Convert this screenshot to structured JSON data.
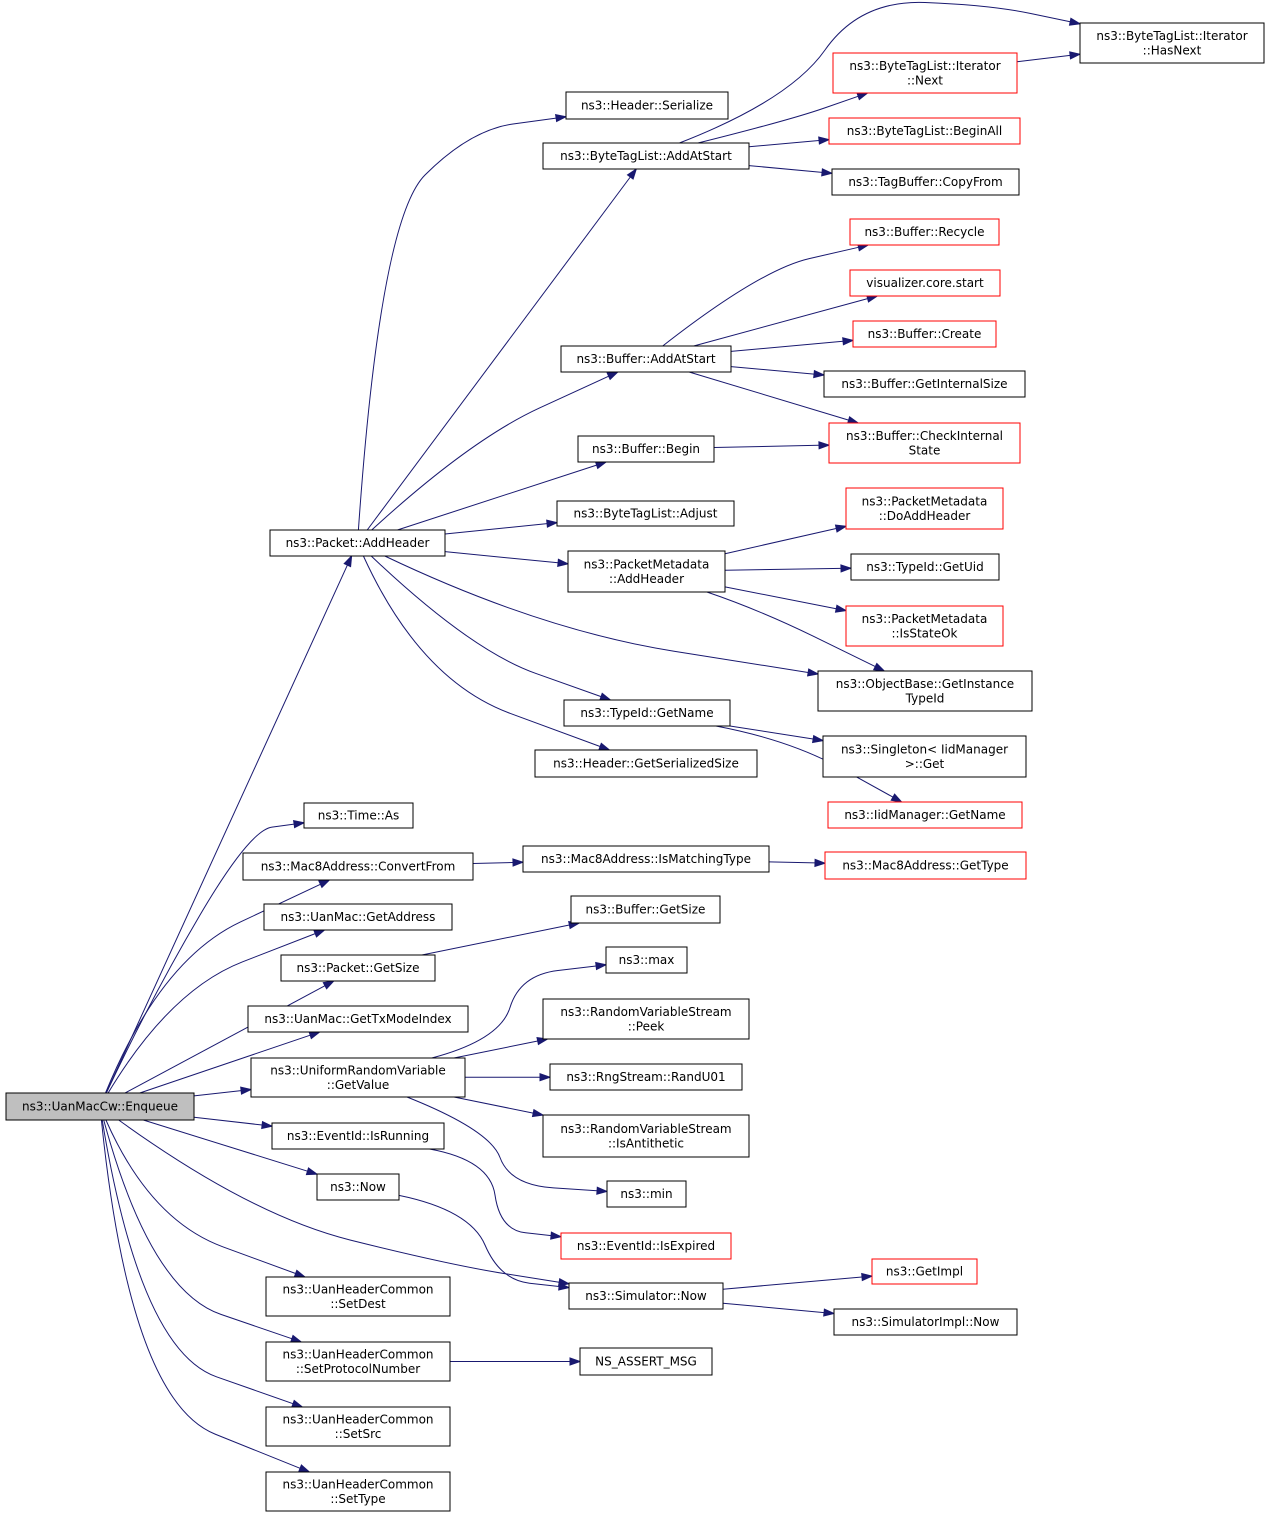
{
  "diagram": {
    "title": "",
    "colors": {
      "edge": "#191970",
      "external_border": "#ff0000",
      "border": "#000000",
      "root_fill": "#bfbfbf"
    },
    "nodes": {
      "enqueue": {
        "lines": [
          "ns3::UanMacCw::Enqueue"
        ],
        "kind": "root"
      },
      "addHeader": {
        "lines": [
          "ns3::Packet::AddHeader"
        ]
      },
      "timeAs": {
        "lines": [
          "ns3::Time::As"
        ]
      },
      "convertFrom": {
        "lines": [
          "ns3::Mac8Address::ConvertFrom"
        ]
      },
      "getAddress": {
        "lines": [
          "ns3::UanMac::GetAddress"
        ]
      },
      "pktGetSize": {
        "lines": [
          "ns3::Packet::GetSize"
        ]
      },
      "getTxMode": {
        "lines": [
          "ns3::UanMac::GetTxModeIndex"
        ]
      },
      "urvGetValue": {
        "lines": [
          "ns3::UniformRandomVariable",
          "::GetValue"
        ]
      },
      "isRunning": {
        "lines": [
          "ns3::EventId::IsRunning"
        ]
      },
      "now": {
        "lines": [
          "ns3::Now"
        ]
      },
      "setDest": {
        "lines": [
          "ns3::UanHeaderCommon",
          "::SetDest"
        ]
      },
      "setProto": {
        "lines": [
          "ns3::UanHeaderCommon",
          "::SetProtocolNumber"
        ]
      },
      "setSrc": {
        "lines": [
          "ns3::UanHeaderCommon",
          "::SetSrc"
        ]
      },
      "setType": {
        "lines": [
          "ns3::UanHeaderCommon",
          "::SetType"
        ]
      },
      "hdrSerialize": {
        "lines": [
          "ns3::Header::Serialize"
        ]
      },
      "btlAddAtStart": {
        "lines": [
          "ns3::ByteTagList::AddAtStart"
        ]
      },
      "bufAddAtStart": {
        "lines": [
          "ns3::Buffer::AddAtStart"
        ]
      },
      "bufBegin": {
        "lines": [
          "ns3::Buffer::Begin"
        ]
      },
      "btlAdjust": {
        "lines": [
          "ns3::ByteTagList::Adjust"
        ]
      },
      "pmAddHeader": {
        "lines": [
          "ns3::PacketMetadata",
          "::AddHeader"
        ]
      },
      "typeIdGetName": {
        "lines": [
          "ns3::TypeId::GetName"
        ]
      },
      "hdrGetSerSize": {
        "lines": [
          "ns3::Header::GetSerializedSize"
        ]
      },
      "isMatchingType": {
        "lines": [
          "ns3::Mac8Address::IsMatchingType"
        ]
      },
      "bufGetSize": {
        "lines": [
          "ns3::Buffer::GetSize"
        ]
      },
      "max": {
        "lines": [
          "ns3::max"
        ]
      },
      "rvsPeek": {
        "lines": [
          "ns3::RandomVariableStream",
          "::Peek"
        ]
      },
      "randU01": {
        "lines": [
          "ns3::RngStream::RandU01"
        ]
      },
      "rvsAnti": {
        "lines": [
          "ns3::RandomVariableStream",
          "::IsAntithetic"
        ]
      },
      "min": {
        "lines": [
          "ns3::min"
        ]
      },
      "isExpired": {
        "lines": [
          "ns3::EventId::IsExpired"
        ],
        "kind": "ext"
      },
      "simNow": {
        "lines": [
          "ns3::Simulator::Now"
        ]
      },
      "nsAssert": {
        "lines": [
          "NS_ASSERT_MSG"
        ]
      },
      "iterHasNext": {
        "lines": [
          "ns3::ByteTagList::Iterator",
          "::HasNext"
        ]
      },
      "iterNext": {
        "lines": [
          "ns3::ByteTagList::Iterator",
          "::Next"
        ],
        "kind": "ext"
      },
      "btlBeginAll": {
        "lines": [
          "ns3::ByteTagList::BeginAll"
        ],
        "kind": "ext"
      },
      "tagCopyFrom": {
        "lines": [
          "ns3::TagBuffer::CopyFrom"
        ]
      },
      "bufRecycle": {
        "lines": [
          "ns3::Buffer::Recycle"
        ],
        "kind": "ext"
      },
      "vizStart": {
        "lines": [
          "visualizer.core.start"
        ],
        "kind": "ext"
      },
      "bufCreate": {
        "lines": [
          "ns3::Buffer::Create"
        ],
        "kind": "ext"
      },
      "bufInternal": {
        "lines": [
          "ns3::Buffer::GetInternalSize"
        ]
      },
      "bufCheck": {
        "lines": [
          "ns3::Buffer::CheckInternal",
          "State"
        ],
        "kind": "ext"
      },
      "pmDoAdd": {
        "lines": [
          "ns3::PacketMetadata",
          "::DoAddHeader"
        ],
        "kind": "ext"
      },
      "typeIdGetUid": {
        "lines": [
          "ns3::TypeId::GetUid"
        ]
      },
      "pmIsStateOk": {
        "lines": [
          "ns3::PacketMetadata",
          "::IsStateOk"
        ],
        "kind": "ext"
      },
      "objInstance": {
        "lines": [
          "ns3::ObjectBase::GetInstance",
          "TypeId"
        ]
      },
      "singletonGet": {
        "lines": [
          "ns3::Singleton< IidManager",
          ">::Get"
        ]
      },
      "iidGetName": {
        "lines": [
          "ns3::IidManager::GetName"
        ],
        "kind": "ext"
      },
      "mac8GetType": {
        "lines": [
          "ns3::Mac8Address::GetType"
        ],
        "kind": "ext"
      },
      "getImpl": {
        "lines": [
          "ns3::GetImpl"
        ],
        "kind": "ext"
      },
      "simImplNow": {
        "lines": [
          "ns3::SimulatorImpl::Now"
        ]
      }
    },
    "edges": [
      [
        "enqueue",
        "addHeader"
      ],
      [
        "enqueue",
        "timeAs"
      ],
      [
        "enqueue",
        "convertFrom"
      ],
      [
        "enqueue",
        "getAddress"
      ],
      [
        "enqueue",
        "pktGetSize"
      ],
      [
        "enqueue",
        "getTxMode"
      ],
      [
        "enqueue",
        "urvGetValue"
      ],
      [
        "enqueue",
        "isRunning"
      ],
      [
        "enqueue",
        "now"
      ],
      [
        "enqueue",
        "simNow"
      ],
      [
        "enqueue",
        "setDest"
      ],
      [
        "enqueue",
        "setProto"
      ],
      [
        "enqueue",
        "setSrc"
      ],
      [
        "enqueue",
        "setType"
      ],
      [
        "addHeader",
        "hdrSerialize"
      ],
      [
        "addHeader",
        "btlAddAtStart"
      ],
      [
        "addHeader",
        "bufAddAtStart"
      ],
      [
        "addHeader",
        "bufBegin"
      ],
      [
        "addHeader",
        "btlAdjust"
      ],
      [
        "addHeader",
        "pmAddHeader"
      ],
      [
        "addHeader",
        "objInstance"
      ],
      [
        "addHeader",
        "typeIdGetName"
      ],
      [
        "addHeader",
        "hdrGetSerSize"
      ],
      [
        "btlAddAtStart",
        "iterHasNext"
      ],
      [
        "btlAddAtStart",
        "iterNext"
      ],
      [
        "btlAddAtStart",
        "btlBeginAll"
      ],
      [
        "btlAddAtStart",
        "tagCopyFrom"
      ],
      [
        "iterNext",
        "iterHasNext"
      ],
      [
        "bufAddAtStart",
        "bufRecycle"
      ],
      [
        "bufAddAtStart",
        "vizStart"
      ],
      [
        "bufAddAtStart",
        "bufCreate"
      ],
      [
        "bufAddAtStart",
        "bufInternal"
      ],
      [
        "bufAddAtStart",
        "bufCheck"
      ],
      [
        "bufBegin",
        "bufCheck"
      ],
      [
        "pmAddHeader",
        "pmDoAdd"
      ],
      [
        "pmAddHeader",
        "typeIdGetUid"
      ],
      [
        "pmAddHeader",
        "pmIsStateOk"
      ],
      [
        "pmAddHeader",
        "objInstance"
      ],
      [
        "typeIdGetName",
        "singletonGet"
      ],
      [
        "typeIdGetName",
        "iidGetName"
      ],
      [
        "convertFrom",
        "isMatchingType"
      ],
      [
        "isMatchingType",
        "mac8GetType"
      ],
      [
        "pktGetSize",
        "bufGetSize"
      ],
      [
        "urvGetValue",
        "max"
      ],
      [
        "urvGetValue",
        "rvsPeek"
      ],
      [
        "urvGetValue",
        "randU01"
      ],
      [
        "urvGetValue",
        "rvsAnti"
      ],
      [
        "urvGetValue",
        "min"
      ],
      [
        "isRunning",
        "isExpired"
      ],
      [
        "now",
        "simNow"
      ],
      [
        "simNow",
        "getImpl"
      ],
      [
        "simNow",
        "simImplNow"
      ],
      [
        "setProto",
        "nsAssert"
      ]
    ]
  }
}
